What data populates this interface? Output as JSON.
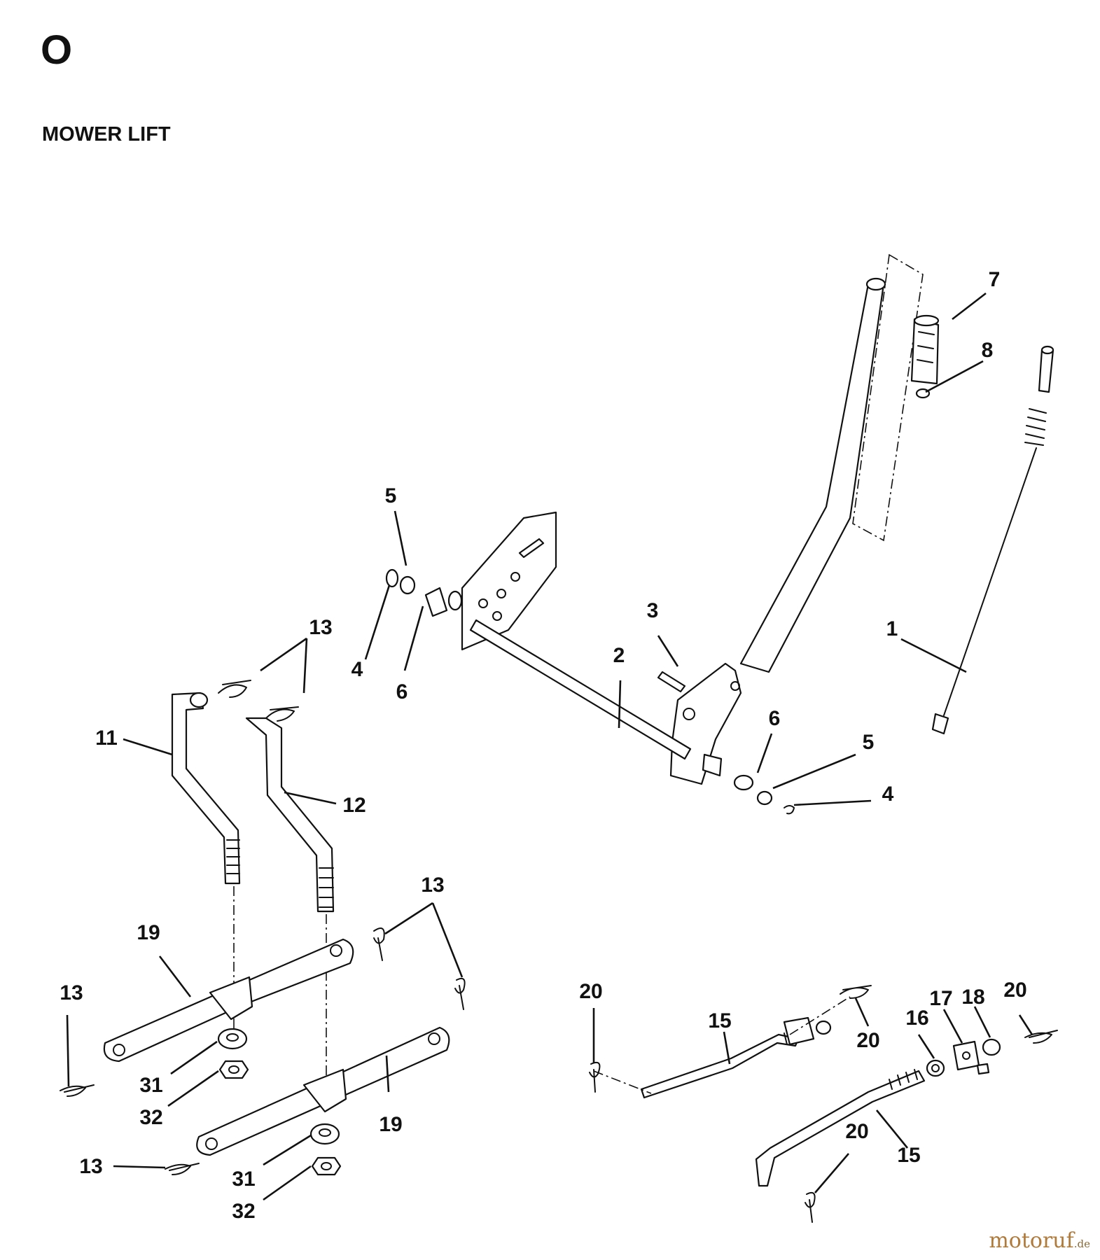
{
  "header": {
    "section_letter": "O",
    "title": "MOWER LIFT"
  },
  "watermark": {
    "brand": "motoruf",
    "suffix": ".de"
  },
  "callouts": [
    {
      "id": "c7",
      "label": "7"
    },
    {
      "id": "c8",
      "label": "8"
    },
    {
      "id": "c1",
      "label": "1"
    },
    {
      "id": "c5a",
      "label": "5"
    },
    {
      "id": "c4a",
      "label": "4"
    },
    {
      "id": "c6a",
      "label": "6"
    },
    {
      "id": "c3",
      "label": "3"
    },
    {
      "id": "c2",
      "label": "2"
    },
    {
      "id": "c6b",
      "label": "6"
    },
    {
      "id": "c5b",
      "label": "5"
    },
    {
      "id": "c4b",
      "label": "4"
    },
    {
      "id": "c13a",
      "label": "13"
    },
    {
      "id": "c11",
      "label": "11"
    },
    {
      "id": "c12",
      "label": "12"
    },
    {
      "id": "c13b",
      "label": "13"
    },
    {
      "id": "c19a",
      "label": "19"
    },
    {
      "id": "c13c",
      "label": "13"
    },
    {
      "id": "c31a",
      "label": "31"
    },
    {
      "id": "c32a",
      "label": "32"
    },
    {
      "id": "c19b",
      "label": "19"
    },
    {
      "id": "c13d",
      "label": "13"
    },
    {
      "id": "c31b",
      "label": "31"
    },
    {
      "id": "c32b",
      "label": "32"
    },
    {
      "id": "c20a",
      "label": "20"
    },
    {
      "id": "c15a",
      "label": "15"
    },
    {
      "id": "c20b",
      "label": "20"
    },
    {
      "id": "c16",
      "label": "16"
    },
    {
      "id": "c17",
      "label": "17"
    },
    {
      "id": "c18",
      "label": "18"
    },
    {
      "id": "c20c",
      "label": "20"
    },
    {
      "id": "c20d",
      "label": "20"
    },
    {
      "id": "c15b",
      "label": "15"
    }
  ]
}
